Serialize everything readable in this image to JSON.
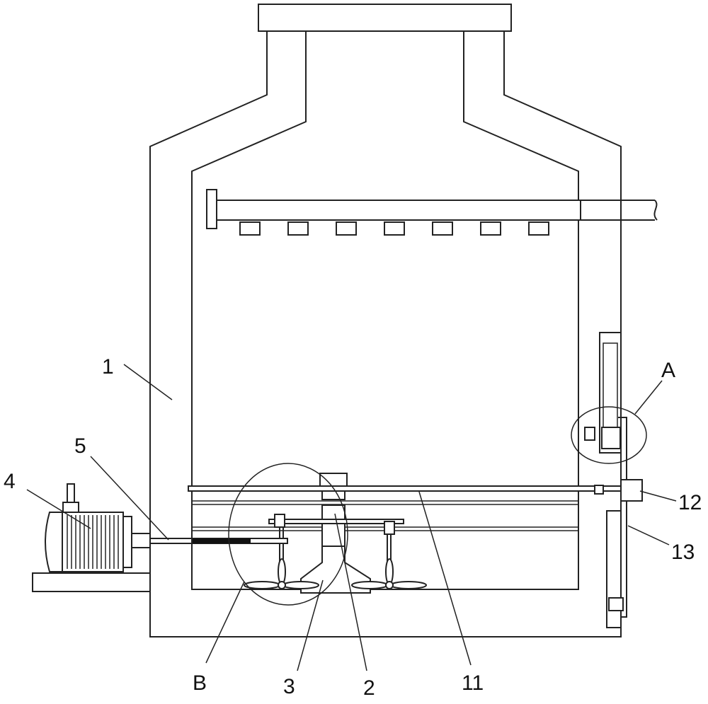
{
  "labels": {
    "l1": "1",
    "l2": "2",
    "l3": "3",
    "l4": "4",
    "l5": "5",
    "l11": "11",
    "l12": "12",
    "l13": "13",
    "lA": "A",
    "lB": "B"
  }
}
